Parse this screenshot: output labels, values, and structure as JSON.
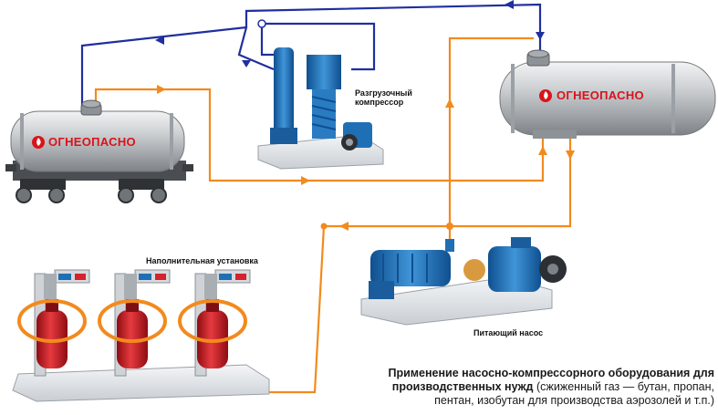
{
  "labels": {
    "compressor": "Разгрузочный компрессор",
    "filling": "Наполнительная установка",
    "pump": "Питающий насос",
    "danger_left": "ОГНЕОПАСНО",
    "danger_right": "ОГНЕОПАСНО"
  },
  "caption": {
    "bold": "Применение насосно-компрессорного оборудования для производственных нужд",
    "normal": "(сжиженный газ — бутан, пропан, пентан, изобутан для производства аэрозолей и т.п.)"
  },
  "colors": {
    "orange_line": "#f28a1e",
    "blue_line": "#1f2f9e",
    "tank_gray": "#b9bcbf",
    "cylinder_red": "#d6222a",
    "machine_blue": "#1f6fb4",
    "base_gray": "#e6eaee"
  },
  "icons": [
    "flame-icon",
    "flow-arrow-icon"
  ]
}
